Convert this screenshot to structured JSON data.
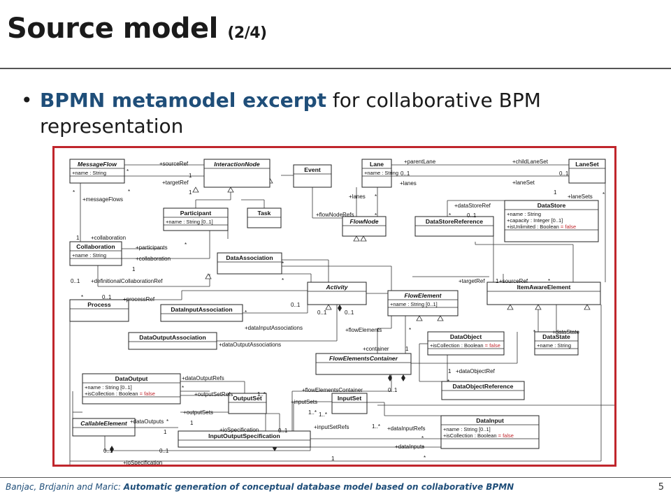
{
  "slide": {
    "title": "Source model",
    "title_suffix": "(2/4)",
    "bullet_symbol": "•",
    "bullet_emphasis": "BPMN metamodel excerpt",
    "bullet_rest_line1": " for collaborative BPM",
    "bullet_rest_line2": "representation",
    "footer_authors": "Banjac, Brdjanin and Maric: ",
    "footer_title": "Automatic generation of conceptual database model based on collaborative BPMN",
    "page_number": "5"
  },
  "diagram": {
    "classes": {
      "message_flow": {
        "name": "MessageFlow",
        "attrs": [
          "+name : String"
        ]
      },
      "interaction_node": {
        "name": "InteractionNode",
        "attrs": []
      },
      "event": {
        "name": "Event",
        "attrs": []
      },
      "lane": {
        "name": "Lane",
        "attrs": [
          "+name : String"
        ]
      },
      "lane_set": {
        "name": "LaneSet",
        "attrs": []
      },
      "participant": {
        "name": "Participant",
        "attrs": [
          "+name : String [0..1]"
        ]
      },
      "task": {
        "name": "Task",
        "attrs": []
      },
      "flow_node": {
        "name": "FlowNode",
        "attrs": []
      },
      "data_store_reference": {
        "name": "DataStoreReference",
        "attrs": []
      },
      "data_store": {
        "name": "DataStore",
        "attrs": [
          "+name : String",
          "+capacity : Integer [0..1]",
          "+isUnlimited : Boolean = false"
        ]
      },
      "collaboration": {
        "name": "Collaboration",
        "attrs": [
          "+name : String"
        ]
      },
      "data_association": {
        "name": "DataAssociation",
        "attrs": []
      },
      "process": {
        "name": "Process",
        "attrs": []
      },
      "activity": {
        "name": "Activity",
        "attrs": []
      },
      "flow_element": {
        "name": "FlowElement",
        "attrs": [
          "+name : String [0..1]"
        ]
      },
      "item_aware_element": {
        "name": "ItemAwareElement",
        "attrs": []
      },
      "data_input_association": {
        "name": "DataInputAssociation",
        "attrs": []
      },
      "data_object": {
        "name": "DataObject",
        "attrs": [
          "+isCollection : Boolean = false"
        ]
      },
      "data_state": {
        "name": "DataState",
        "attrs": [
          "+name : String"
        ]
      },
      "data_output_association": {
        "name": "DataOutputAssociation",
        "attrs": []
      },
      "flow_elements_container": {
        "name": "FlowElementsContainer",
        "attrs": []
      },
      "data_object_reference": {
        "name": "DataObjectReference",
        "attrs": []
      },
      "data_output": {
        "name": "DataOutput",
        "attrs": [
          "+name : String [0..1]",
          "+isCollection : Boolean = false"
        ]
      },
      "output_set": {
        "name": "OutputSet",
        "attrs": []
      },
      "input_set": {
        "name": "InputSet",
        "attrs": []
      },
      "callable_element": {
        "name": "CallableElement",
        "attrs": []
      },
      "io_specification": {
        "name": "InputOutputSpecification",
        "attrs": []
      },
      "data_input": {
        "name": "DataInput",
        "attrs": [
          "+name : String [0..1]",
          "+isCollection : Boolean = false"
        ]
      }
    },
    "labels": [
      "+sourceRef",
      "1",
      "+targetRef",
      "1",
      "*",
      "*",
      "+messageFlows",
      "*",
      "+parentLane",
      "+childLaneSet",
      "0..1",
      "0..1",
      "+lanes",
      "+laneSet",
      "1",
      "+laneSets",
      "*",
      "+lanes",
      "*",
      "*",
      "+flowNodeRefs",
      "+dataStoreRef",
      "*",
      "0..1",
      "1",
      "+collaboration",
      "+participants",
      "*",
      "+collaboration",
      "1",
      "0..1",
      "+definitionalCollaborationRef",
      "*",
      "*",
      "*",
      "0..1",
      "+processRef",
      "+targetRef",
      "1",
      "+sourceRef",
      "*",
      "0..1",
      "*",
      "0..1",
      "+dataInputAssociations",
      "+flowElements",
      "*",
      "0..1",
      "*",
      "+dataState",
      "+dataOutputAssociations",
      "+container",
      "1",
      "+dataObjectRef",
      "1",
      "*",
      "+dataOutputRefs",
      "*",
      "+outputSetRefs",
      "1..*",
      "+flowElementsContainer",
      "0..1",
      "+inputSets",
      "+outputSets",
      "1..*",
      "+dataOutputs",
      "*",
      "1",
      "+ioSpecification",
      "0..1",
      "1",
      "1..*",
      "+inputSetRefs",
      "1..*",
      "+dataInputRefs",
      "*",
      "0..1",
      "0..1",
      "+dataInputs",
      "*",
      "1",
      "+ioSpecification",
      "*"
    ]
  }
}
